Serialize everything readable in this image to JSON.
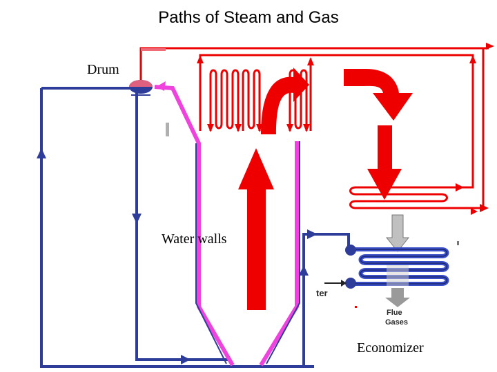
{
  "title": "Paths of Steam and Gas",
  "labels": {
    "drum": "Drum",
    "water_walls": "Water walls",
    "economizer": "Economizer",
    "inset_water": "ter",
    "inset_flue": "Flue",
    "inset_gases": "Gases"
  },
  "colors": {
    "steam": "#ee0000",
    "water": "#2e3c9a",
    "riser": "#ee44dd",
    "economizer_tube": "#3a4ec8",
    "flue_arrow": "#b8b8b8"
  }
}
